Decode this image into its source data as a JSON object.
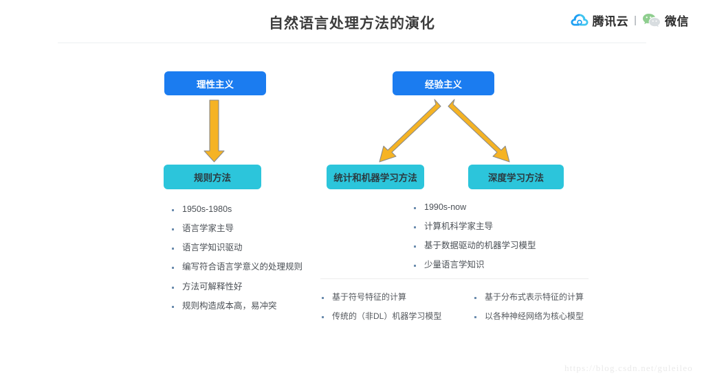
{
  "header": {
    "title": "自然语言处理方法的演化",
    "brand": {
      "cloud_icon": "tencent-cloud-icon",
      "cloud_label": "腾讯云",
      "separator": "|",
      "wechat_icon": "wechat-icon",
      "wechat_label": "微信"
    }
  },
  "colors": {
    "blue": "#1b7cf0",
    "cyan": "#2cc5db",
    "arrow": "#f5b324",
    "arrow_outline": "#8a8a8a",
    "text": "#4a4f55",
    "bullet": "#6b8cae"
  },
  "diagram": {
    "nodes": [
      {
        "id": "rationalism",
        "label": "理性主义",
        "style": "blue"
      },
      {
        "id": "empiricism",
        "label": "经验主义",
        "style": "blue"
      },
      {
        "id": "rule",
        "label": "规则方法",
        "style": "cyan"
      },
      {
        "id": "statml",
        "label": "统计和机器学习方法",
        "style": "cyan"
      },
      {
        "id": "deep",
        "label": "深度学习方法",
        "style": "cyan"
      }
    ],
    "arrows": [
      {
        "id": "arrow-rationalism-to-rule",
        "from": "rationalism",
        "to": "rule",
        "direction": "down"
      },
      {
        "id": "arrow-empiricism-to-statml",
        "from": "empiricism",
        "to": "statml",
        "direction": "down-left"
      },
      {
        "id": "arrow-empiricism-to-deep",
        "from": "empiricism",
        "to": "deep",
        "direction": "down-right"
      }
    ]
  },
  "lists": {
    "left": [
      "1950s-1980s",
      "语言学家主导",
      "语言学知识驱动",
      "编写符合语言学意义的处理规则",
      "方法可解释性好",
      "规则构造成本高，易冲突"
    ],
    "right": [
      "1990s-now",
      "计算机科学家主导",
      "基于数据驱动的机器学习模型",
      "少量语言学知识"
    ],
    "bottom_left": [
      "基于符号特征的计算",
      "传统的（非DL）机器学习模型"
    ],
    "bottom_right": [
      "基于分布式表示特征的计算",
      "以各种神经网络为核心模型"
    ]
  },
  "watermark": "https://blog.csdn.net/guleileo"
}
